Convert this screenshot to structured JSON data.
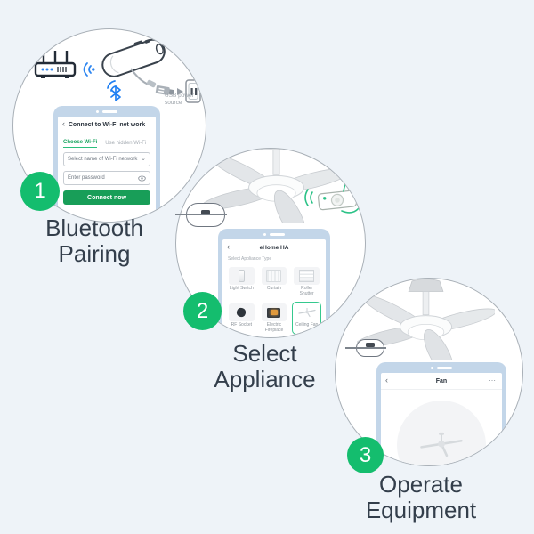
{
  "steps": {
    "s1": {
      "number": "1",
      "line1": "Bluetooth",
      "line2": "Pairing"
    },
    "s2": {
      "number": "2",
      "line1": "Select",
      "line2": "Appliance"
    },
    "s3": {
      "number": "3",
      "line1": "Operate",
      "line2": "Equipment"
    }
  },
  "circle1": {
    "usb_label_line1": "USB power",
    "usb_label_line2": "source",
    "phone": {
      "back_icon": "‹",
      "title": "Connect to Wi-Fi net work",
      "tab_active": "Choose Wi-Fi",
      "tab_inactive": "Use hidden Wi-Fi",
      "network_field": "Select name of Wi-Fi network",
      "network_chevron": "⌄",
      "password_field": "Enter password",
      "connect_button": "Connect now"
    }
  },
  "circle2": {
    "phone": {
      "back_icon": "‹",
      "title": "eHome HA",
      "subtitle": "Select Appliance Type",
      "tiles": [
        {
          "label": "Light Switch",
          "selected": false
        },
        {
          "label": "Curtain",
          "selected": false
        },
        {
          "label": "Roller Shutter",
          "selected": false
        },
        {
          "label": "RF Socket",
          "selected": false
        },
        {
          "label": "Electric Fireplace",
          "selected": false
        },
        {
          "label": "Ceiling Fan",
          "selected": true
        }
      ]
    }
  },
  "circle3": {
    "phone": {
      "back_icon": "‹",
      "title": "Fan",
      "more_icon": "⋯"
    }
  },
  "colors": {
    "background": "#eef3f8",
    "accent_green": "#14bd6e",
    "button_green": "#189e58",
    "link_green": "#17a35e",
    "selected_border_green": "#35c98e",
    "phone_frame": "#c3d6e9",
    "blue_icon": "#2e86f0",
    "text_dark": "#333e4b"
  }
}
